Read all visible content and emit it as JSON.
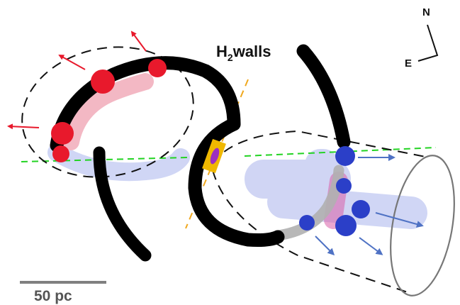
{
  "figure": {
    "walls_label_main": "H",
    "walls_label_sub": "2",
    "walls_label_rest": "walls",
    "scale_bar_label": "50 pc",
    "compass": {
      "north": "N",
      "east": "E"
    }
  },
  "colors": {
    "wall": "#000000",
    "redshifted_point": "#e8192c",
    "blueshifted_point": "#2b3fc8",
    "redshifted_arrow": "#e8192c",
    "blueshifted_arrow": "#4f72c4",
    "blue_cloud": "#aab4ec",
    "pink_cloud": "#f3b8c4",
    "magenta_patch": "#d85fa8",
    "grey_patch": "#b0b0b0",
    "green_line": "#22d322",
    "orange_line": "#f0a81e",
    "center_box": "#f0b800",
    "center_ellipse": "#9c2fc0",
    "scale_bar": "#808080",
    "tube_outline": "#777777"
  },
  "icons": [
    "north-arrow-icon",
    "compass-icon"
  ]
}
